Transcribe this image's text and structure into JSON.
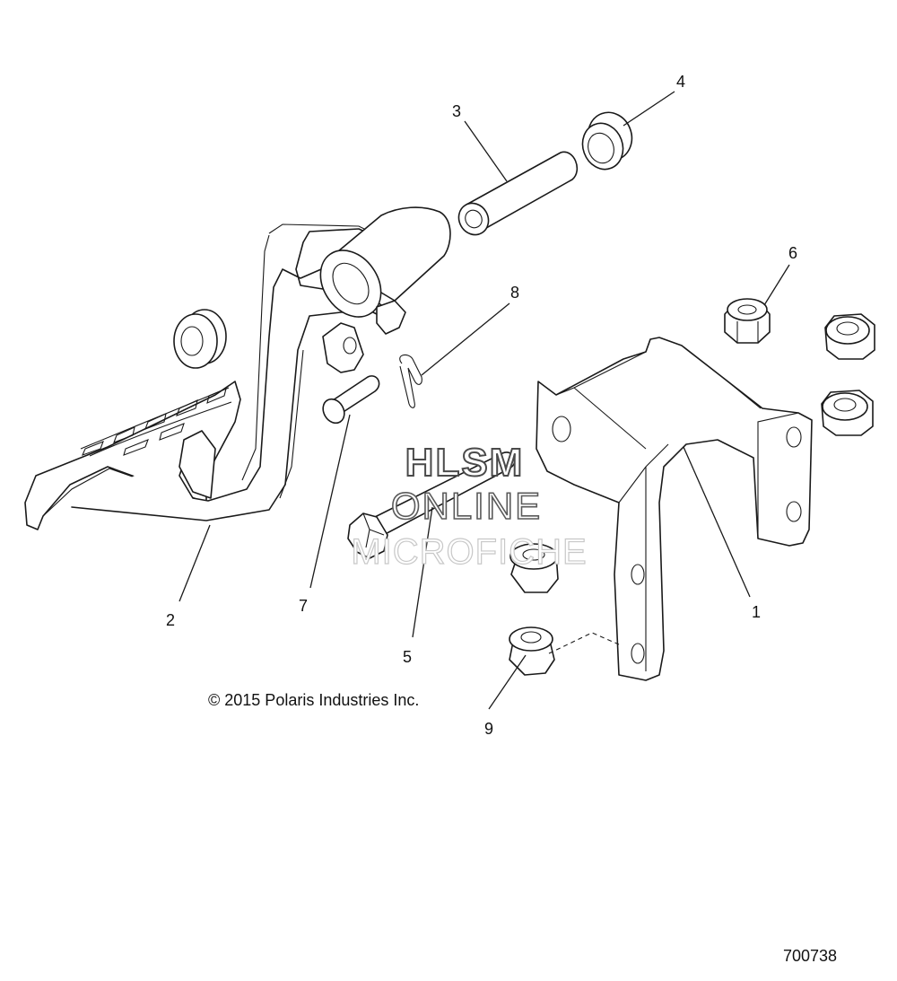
{
  "callouts": {
    "c1": "1",
    "c2": "2",
    "c3": "3",
    "c4": "4",
    "c5": "5",
    "c6": "6",
    "c7": "7",
    "c8": "8",
    "c9": "9"
  },
  "copyright": "© 2015 Polaris Industries Inc.",
  "figure_number": "700738",
  "watermark": {
    "line1": "HLSM",
    "line2": "ONLINE",
    "line3": "MICROFICHE"
  }
}
